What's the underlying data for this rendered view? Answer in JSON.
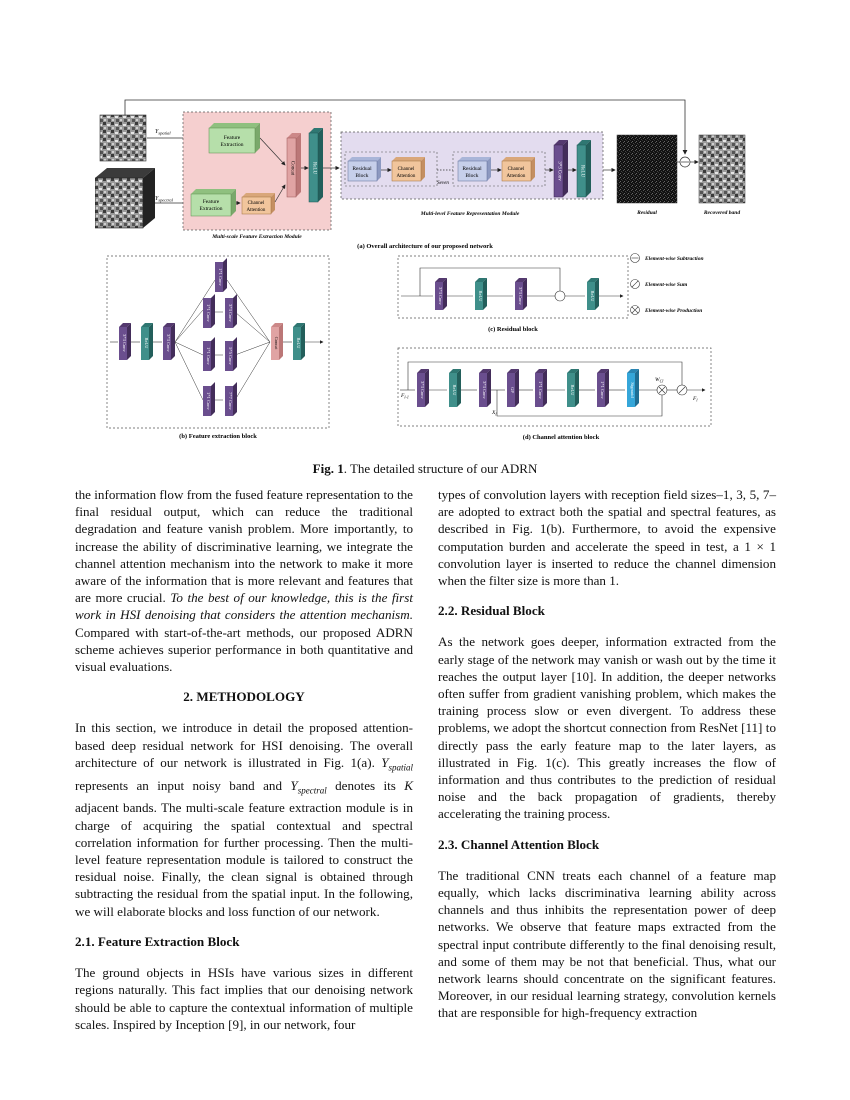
{
  "figure": {
    "labels": {
      "y_spatial": "Y",
      "y_spatial_sub": "spatial",
      "y_spectral": "Y",
      "y_spectral_sub": "spectral",
      "feature_extraction": [
        "Feature",
        "Extraction"
      ],
      "channel_attention": [
        "Channel",
        "Attention"
      ],
      "concat": "Concat",
      "relu": "ReLU",
      "residual_block": [
        "Residual",
        "Block"
      ],
      "seven": "Seven",
      "conv3x3": "3*3 Conv",
      "conv1x1": "1*1 Conv",
      "conv5x5": "5*5 Conv",
      "conv7x7": "7*7 Conv",
      "gp": "GP",
      "sigmoid": "Sigmoid",
      "residual": "Residual",
      "recovered_band": "Recovered band",
      "multi_scale_module": "Multi-scale Feature Extraction Module",
      "multi_level_module": "Multi-level Feature Representation Module",
      "sub_a": "(a) Overall architecture of our proposed network",
      "sub_b": "(b) Feature extraction block",
      "sub_c": "(c) Residual block",
      "sub_d": "(d) Channel attention block",
      "legend_sub": "Element-wise Subtraction",
      "legend_sum": "Element-wise Sum",
      "legend_prod": "Element-wise Production",
      "f_in": "F",
      "f_in_sub": "l-1",
      "f_out": "F",
      "f_out_sub": "l",
      "x_l": "X",
      "x_l_sub": "l",
      "w_cl": "W",
      "w_cl_sub": "Cl"
    },
    "colors": {
      "purple": "#6a4e8e",
      "teal": "#3f8f8a",
      "green_box": "#b6dfaa",
      "orange_box": "#f1c59c",
      "pink_bg": "#f5cfcf",
      "lavender_bg": "#e3dcef",
      "rose": "#e0a3a3",
      "sigmoid_blue": "#35a6d9"
    }
  },
  "caption": {
    "label": "Fig. 1",
    "text": ". The detailed structure of our ADRN"
  },
  "left": {
    "p1": "the information flow from the fused feature representation to the final residual output, which can reduce the traditional degradation and feature vanish problem. More importantly, to increase the ability of discriminative learning, we integrate the channel attention mechanism into the network to make it more aware of the information that is more relevant and features that are more crucial.",
    "p1_italic": "To the best of our knowledge, this is the first work in HSI denoising that considers the attention mechanism.",
    "p1_tail": "Compared with start-of-the-art methods, our proposed ADRN scheme achieves superior performance in both quantitative and visual evaluations.",
    "h_method": "2. METHODOLOGY",
    "p2_a": "In this section, we introduce in detail the proposed attention-based deep residual network for HSI denoising. The overall architecture of our network is illustrated in Fig. 1(a).",
    "p2_ysp": "Y",
    "p2_ysp_sub": "spatial",
    "p2_b": "represents an input noisy band and",
    "p2_yspec": "Y",
    "p2_yspec_sub": "spectral",
    "p2_c": "denotes its",
    "p2_k": "K",
    "p2_d": "adjacent bands. The multi-scale feature extraction module is in charge of acquiring the spatial contextual and spectral correlation information for further processing. Then the multi-level feature representation module is tailored to construct the residual noise. Finally, the clean signal is obtained through subtracting the residual from the spatial input. In the following, we will elaborate blocks and loss function of our network.",
    "h_21": "2.1. Feature Extraction Block",
    "p3": "The ground objects in HSIs have various sizes in different regions naturally. This fact implies that our denoising network should be able to capture the contextual information of multiple scales. Inspired by Inception [9], in our network, four"
  },
  "right": {
    "p1": "types of convolution layers with reception field sizes–1, 3, 5, 7–are adopted to extract both the spatial and spectral features, as described in Fig. 1(b). Furthermore, to avoid the expensive computation burden and accelerate the speed in test, a 1 × 1 convolution layer is inserted to reduce the channel dimension when the filter size is more than 1.",
    "h_22": "2.2. Residual Block",
    "p2": "As the network goes deeper, information extracted from the early stage of the network may vanish or wash out by the time it reaches the output layer [10]. In addition, the deeper networks often suffer from gradient vanishing problem, which makes the training process slow or even divergent. To address these problems, we adopt the shortcut connection from ResNet [11] to directly pass the early feature map to the later layers, as illustrated in Fig. 1(c). This greatly increases the flow of information and thus contributes to the prediction of residual noise and the back propagation of gradients, thereby accelerating the training process.",
    "h_23": "2.3. Channel Attention Block",
    "p3": "The traditional CNN treats each channel of a feature map equally, which lacks discriminativa learning ability across channels and thus inhibits the representation power of deep networks. We observe that feature maps extracted from the spectral input contribute differently to the final denoising result, and some of them may be not that beneficial. Thus, what our network learns should concentrate on the significant features. Moreover, in our residual learning strategy, convolution kernels that are responsible for high-frequency extraction"
  }
}
